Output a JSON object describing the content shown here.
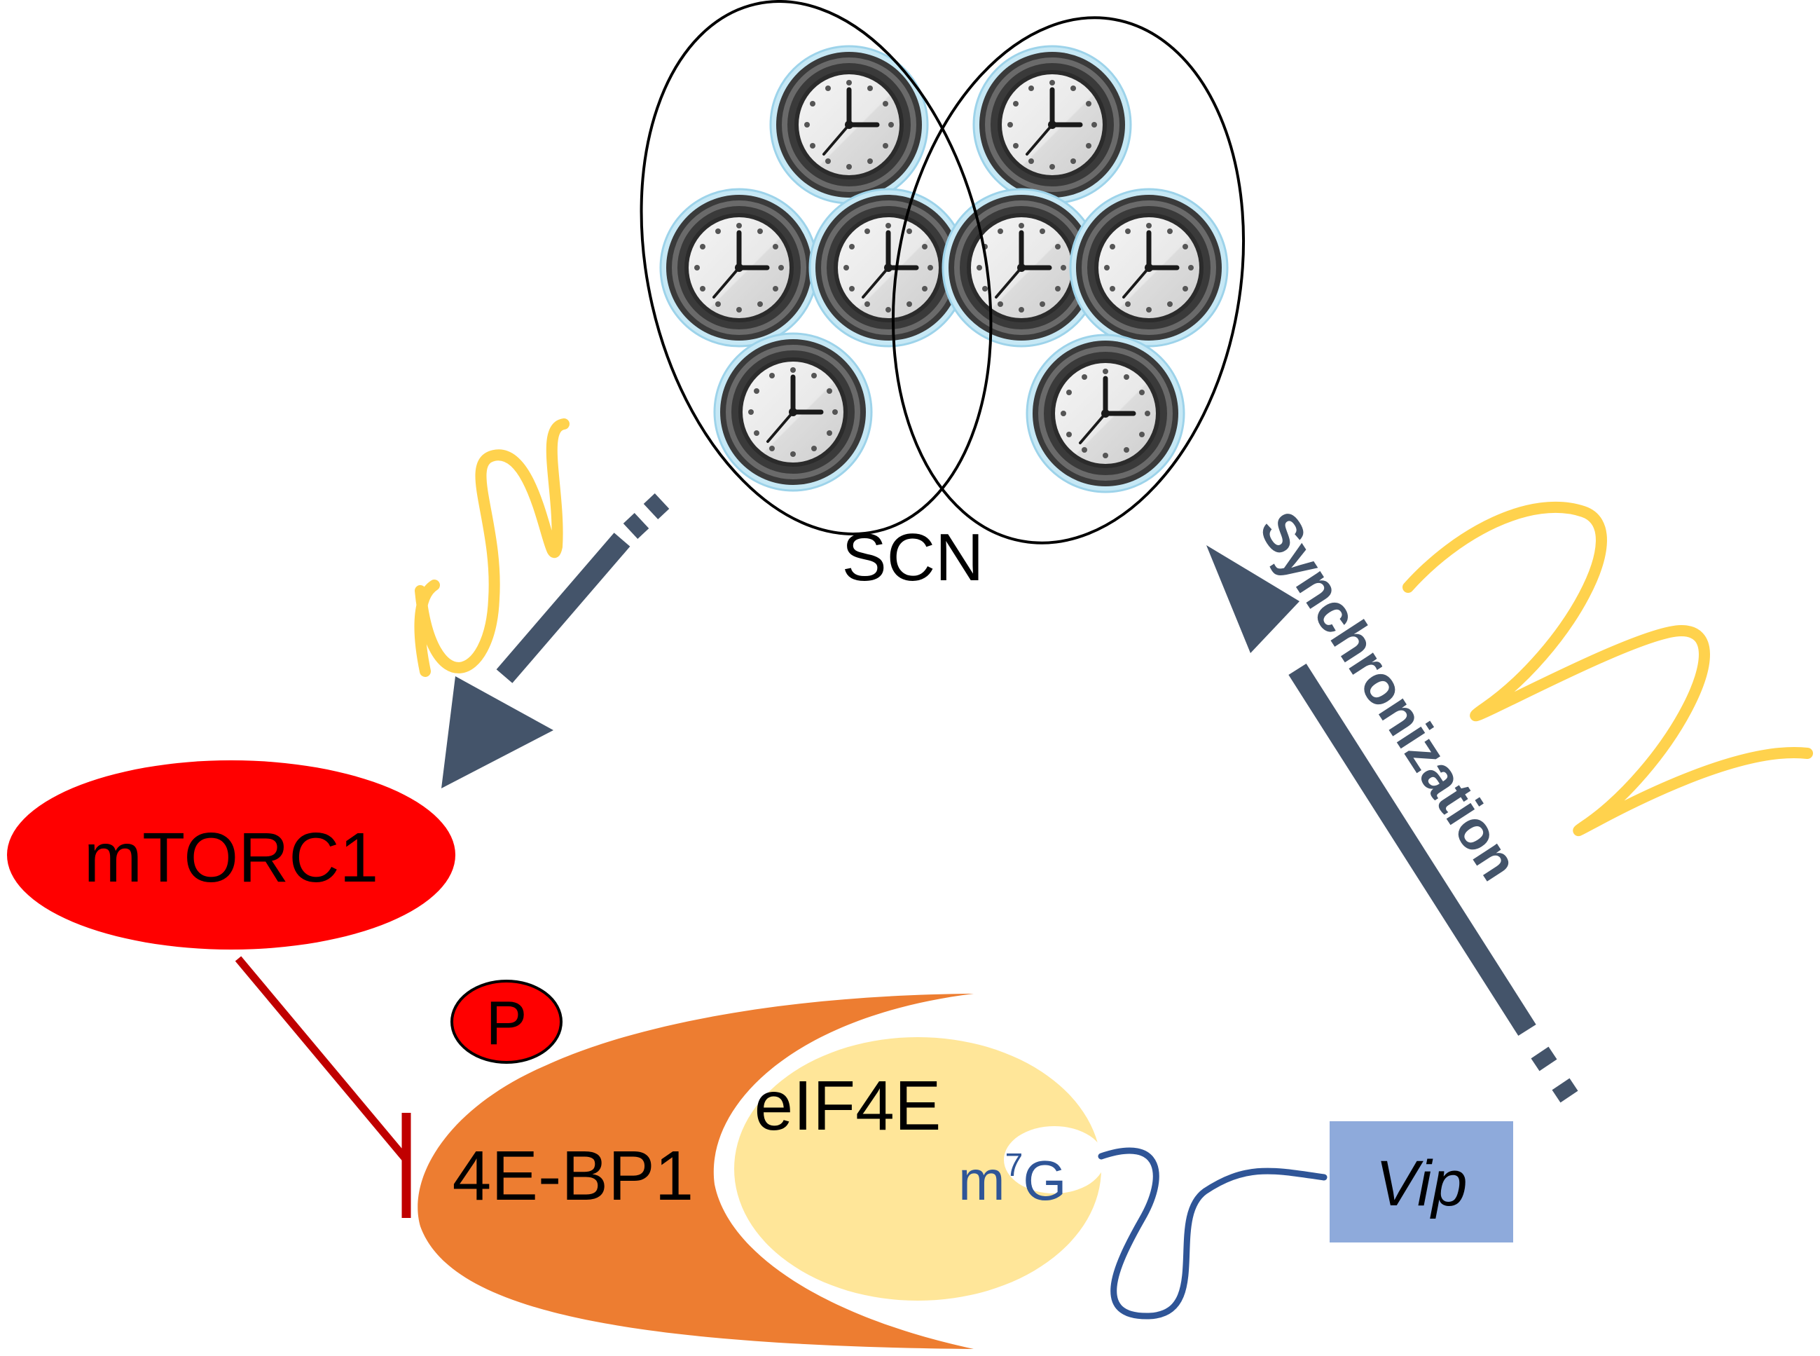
{
  "diagram": {
    "scn_label": "SCN",
    "mtorc1_label": "mTORC1",
    "phospho_label": "P",
    "bp1_label": "4E-BP1",
    "eif4e_label": "eIF4E",
    "cap_base": "m",
    "cap_sup": "7",
    "cap_tail": "G",
    "vip_label": "Vip",
    "sync_label": "Synchronization"
  },
  "colors": {
    "arrow": "#44546a",
    "wave": "#ffd24d",
    "mtorc1": "#ff0000",
    "inhibit": "#c00000",
    "bp1": "#ed7d31",
    "eif4e": "#ffe699",
    "mrna": "#2f5597",
    "vip_box": "#8eaadb",
    "clock_ring": "#404040",
    "clock_glow": "#9dd3ea"
  },
  "icons": {
    "clock": "clock-icon"
  }
}
